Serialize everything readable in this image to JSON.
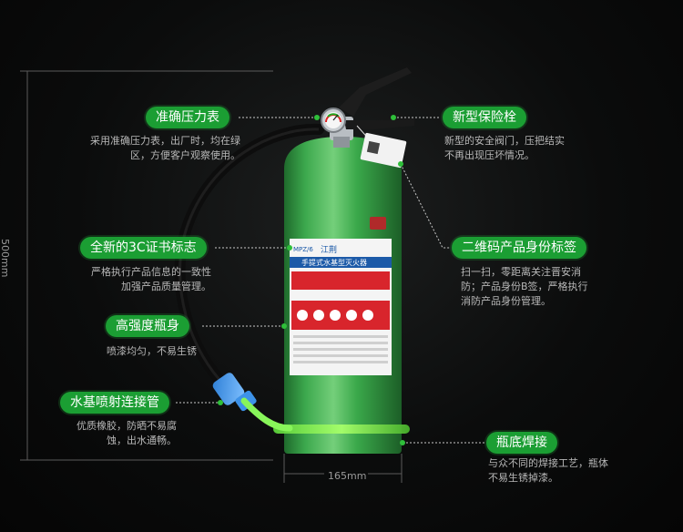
{
  "features": {
    "pressure_gauge": {
      "title": "准确压力表",
      "desc": "采用准确压力表，出厂时，均在绿\n区，方便客户观察使用。"
    },
    "safety_pin": {
      "title": "新型保险栓",
      "desc": "新型的安全阀门，压把结实\n不再出现压坏情况。"
    },
    "cert_label": {
      "title": "全新的3C证书标志",
      "desc": "严格执行产品信息的一致性\n加强产品质量管理。"
    },
    "qr_tag": {
      "title": "二维码产品身份标签",
      "desc": "扫一扫，零距离关注晋安消\n防；产品身份B签，严格执行\n消防产品身份管理。"
    },
    "body": {
      "title": "高强度瓶身",
      "desc": "喷漆均匀，不易生锈"
    },
    "hose": {
      "title": "水基喷射连接管",
      "desc": "优质橡胶，防晒不易腐\n蚀，出水通畅。"
    },
    "bottom_weld": {
      "title": "瓶底焊接",
      "desc": "与众不同的焊接工艺，瓶体\n不易生锈掉漆。"
    }
  },
  "dimensions": {
    "height": "500mm",
    "width": "165mm"
  },
  "product_label": {
    "model": "MPZ/6",
    "brand": "江荆",
    "name": "手提式水基型灭火器"
  },
  "colors": {
    "accent": "#1b9e33",
    "bottle": "#3aa84a",
    "label_red": "#d8252c"
  }
}
